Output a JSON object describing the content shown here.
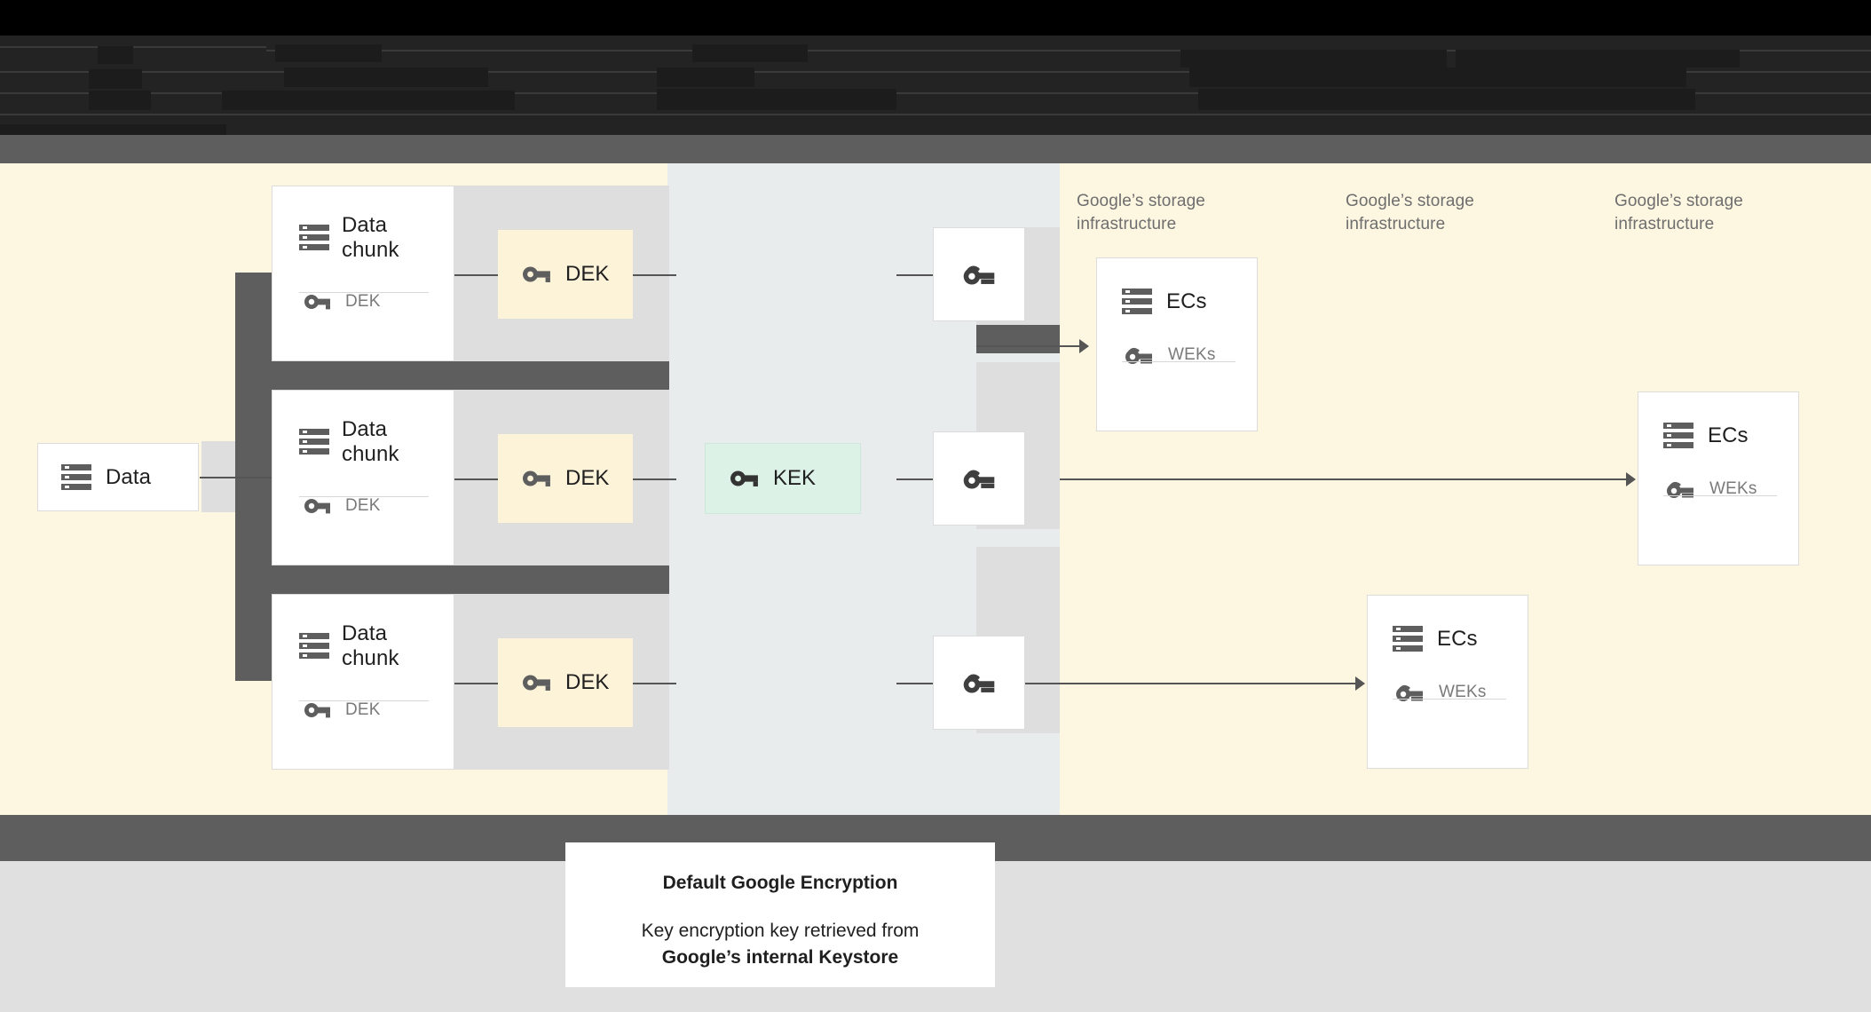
{
  "diagram": {
    "title_caption": {
      "title": "Default Google Encryption",
      "line1": "Key encryption key retrieved from",
      "line2": "Google’s internal Keystore"
    },
    "source": {
      "label": "Data",
      "icon": "server-icon"
    },
    "chunks": [
      {
        "label": "Data chunk",
        "key_label": "DEK",
        "icon": "server-icon",
        "key_icon": "key-icon"
      },
      {
        "label": "Data chunk",
        "key_label": "DEK",
        "icon": "server-icon",
        "key_icon": "key-icon"
      },
      {
        "label": "Data chunk",
        "key_label": "DEK",
        "icon": "server-icon",
        "key_icon": "key-icon"
      }
    ],
    "deks": [
      {
        "label": "DEK",
        "icon": "key-icon"
      },
      {
        "label": "DEK",
        "icon": "key-icon"
      },
      {
        "label": "DEK",
        "icon": "key-icon"
      }
    ],
    "kek": {
      "label": "KEK",
      "icon": "key-icon"
    },
    "wrapped_keys": [
      {
        "icon": "key-icon"
      },
      {
        "icon": "key-icon"
      },
      {
        "icon": "key-icon"
      }
    ],
    "infra_labels": [
      "Google’s storage infrastructure",
      "Google’s storage infrastructure",
      "Google’s storage infrastructure"
    ],
    "storage": [
      {
        "label": "ECs",
        "key_label": "WEKs",
        "icon": "server-icon",
        "key_icon": "key-icon"
      },
      {
        "label": "ECs",
        "key_label": "WEKs",
        "icon": "server-icon",
        "key_icon": "key-icon"
      },
      {
        "label": "ECs",
        "key_label": "WEKs",
        "icon": "server-icon",
        "key_icon": "key-icon"
      }
    ],
    "colors": {
      "cream": "#fdf6e1",
      "bluegray": "#e8ecec",
      "dark": "#5e5e5e",
      "lightgray": "#e0e0e0",
      "dek_fill": "#fdf3d9",
      "kek_fill": "#ddf2e7",
      "text": "#1f1f1f",
      "muted": "#6e6e6e"
    }
  }
}
